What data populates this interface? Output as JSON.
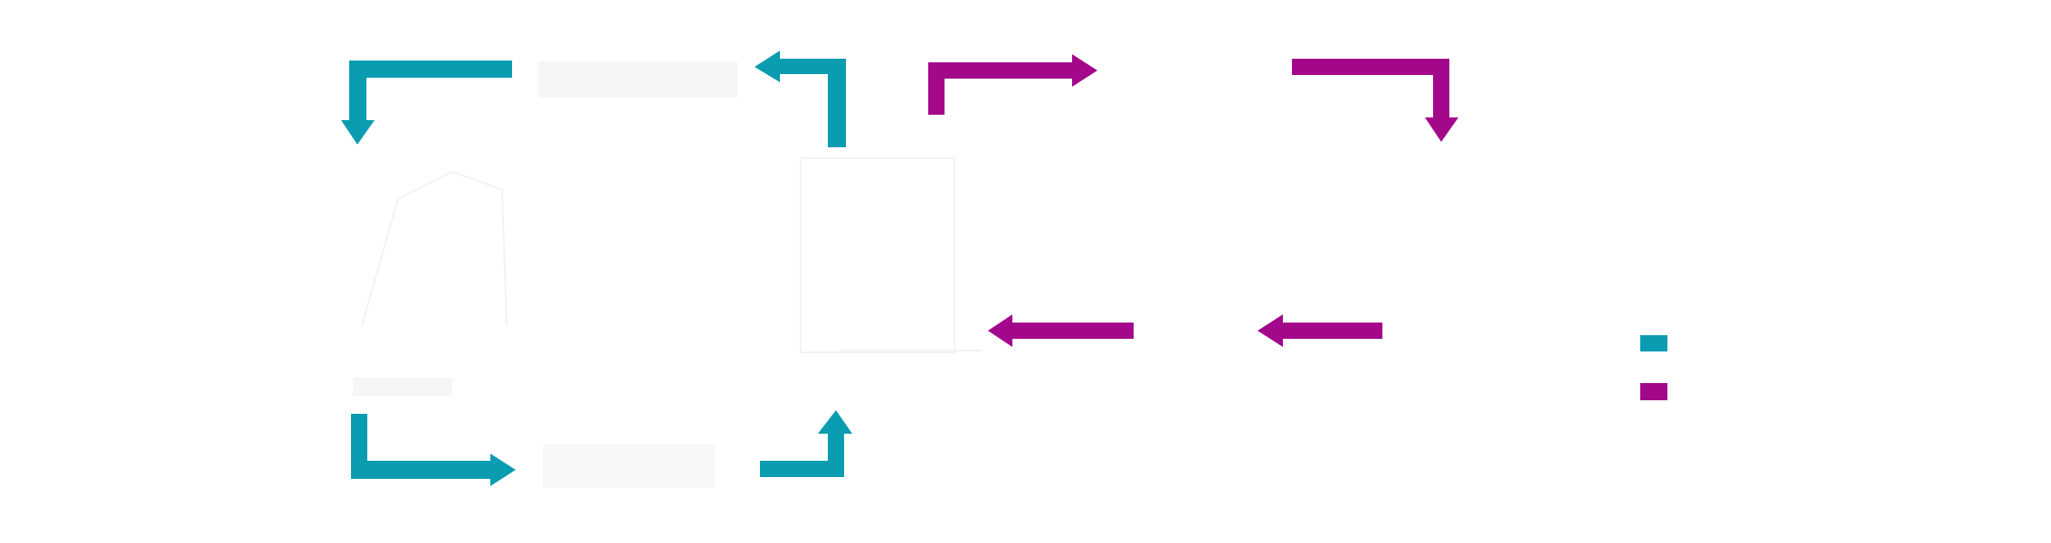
{
  "colors": {
    "teal": "#0a9cb0",
    "magenta": "#a3078a",
    "background": "#ffffff"
  },
  "diagram": {
    "teal_arrows": [
      "left-cycle-top-arrow",
      "left-cycle-right-up-arrow",
      "left-cycle-bottom-arrow",
      "left-cycle-right-up-short-arrow"
    ],
    "magenta_arrows": [
      "top-right-elbow-arrow",
      "top-far-right-down-arrow",
      "middle-left-arrow",
      "middle-right-arrow"
    ],
    "legend": {
      "items": [
        {
          "color_key": "teal"
        },
        {
          "color_key": "magenta"
        }
      ]
    }
  }
}
